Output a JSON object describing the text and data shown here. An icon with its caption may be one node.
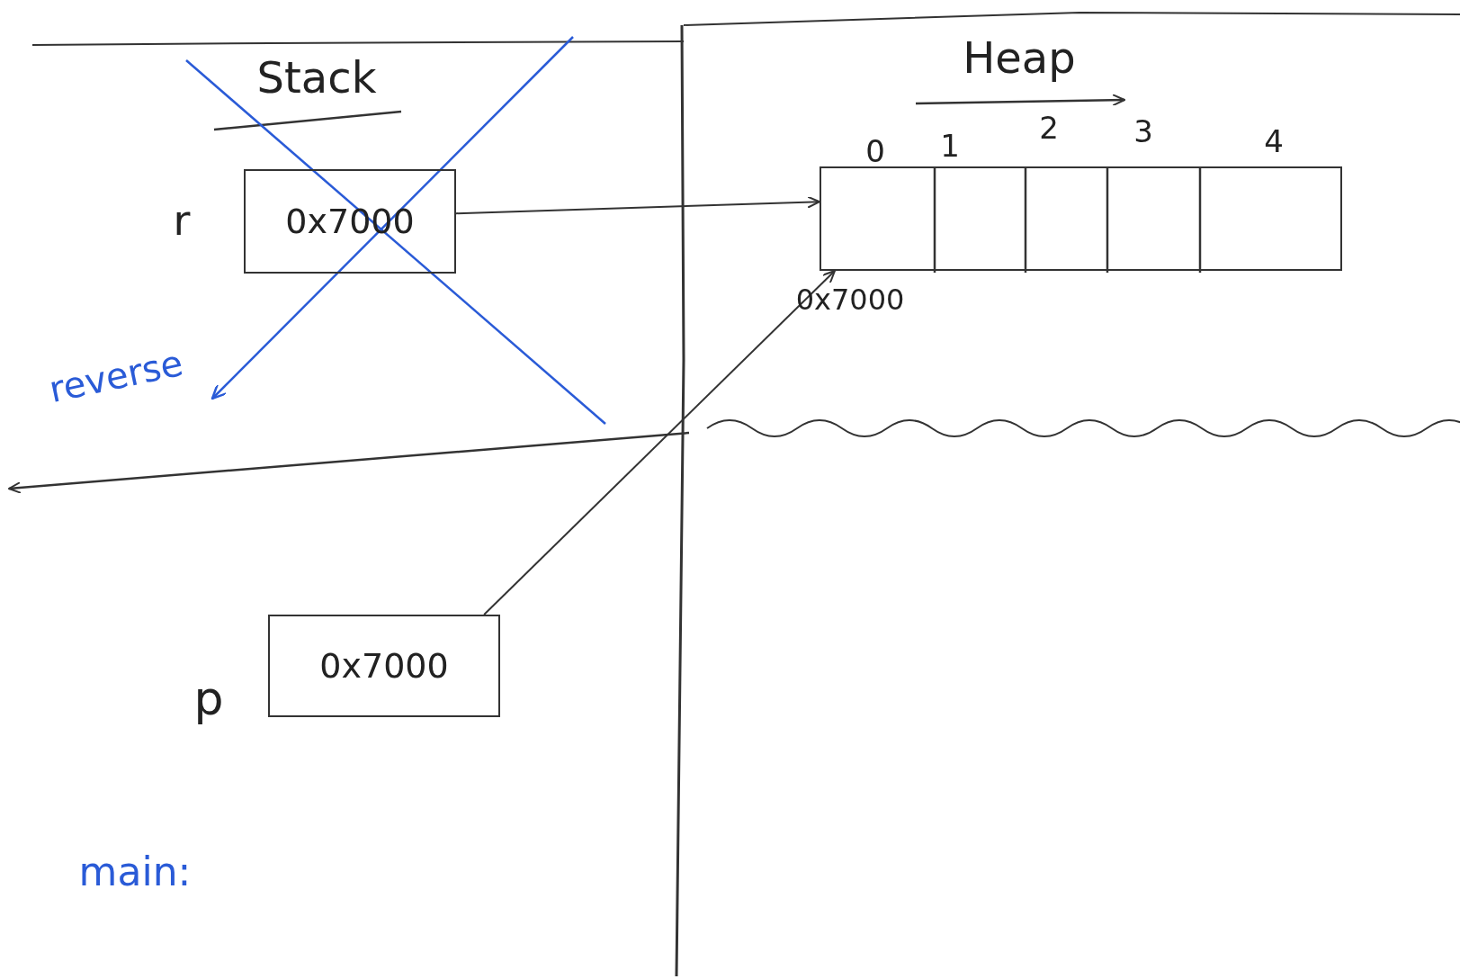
{
  "diagram": {
    "nodes": [
      {
        "text": [
          "0x7000"
        ],
        "beside": [
          "r"
        ]
      },
      {
        "text": [],
        "shape": "box",
        "beside": [
          "0x7000"
        ]
      },
      {
        "text": [
          "0x7000"
        ],
        "beside": [
          "p"
        ]
      }
    ],
    "edges": [
      {
        "from": 0,
        "to": 1,
        "arrow": "to"
      },
      {
        "from": 2,
        "to": 1,
        "arrow": "to"
      }
    ],
    "labels": [
      "Stack",
      "Heap",
      "0",
      "1",
      "2",
      "3",
      "4",
      "reverse",
      "main:"
    ]
  }
}
